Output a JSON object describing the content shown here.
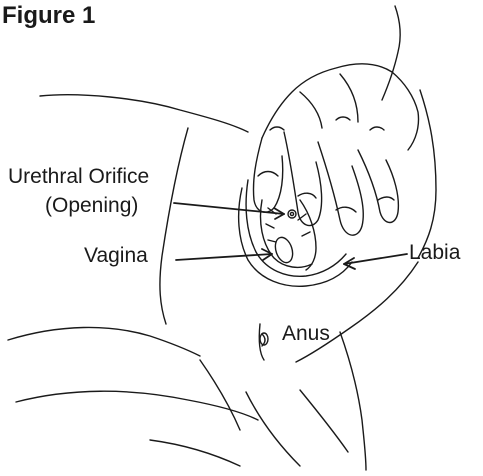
{
  "figure": {
    "title": "Figure 1",
    "labels": {
      "urethral_orifice_line1": "Urethral Orifice",
      "urethral_orifice_line2": "(Opening)",
      "vagina": "Vagina",
      "labia": "Labia",
      "anus": "Anus"
    }
  },
  "colors": {
    "line": "#1a1a1a",
    "background": "#ffffff"
  }
}
